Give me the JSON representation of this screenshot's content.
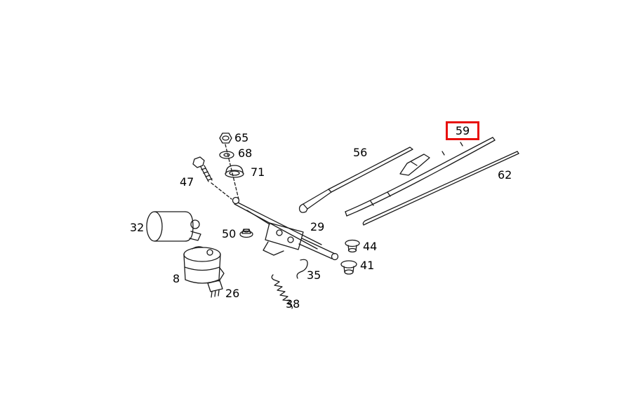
{
  "diagram": {
    "kind": "exploded-parts-diagram",
    "background_color": "#ffffff",
    "line_color": "#1a1a1a",
    "highlight_color": "#e8100c",
    "highlighted_part": "59"
  },
  "labels": {
    "n65": "65",
    "n68": "68",
    "n71": "71",
    "n47": "47",
    "n56": "56",
    "n59": "59",
    "n62": "62",
    "n32": "32",
    "n50": "50",
    "n29": "29",
    "n44": "44",
    "n41": "41",
    "n8": "8",
    "n26": "26",
    "n35": "35",
    "n38": "38"
  }
}
